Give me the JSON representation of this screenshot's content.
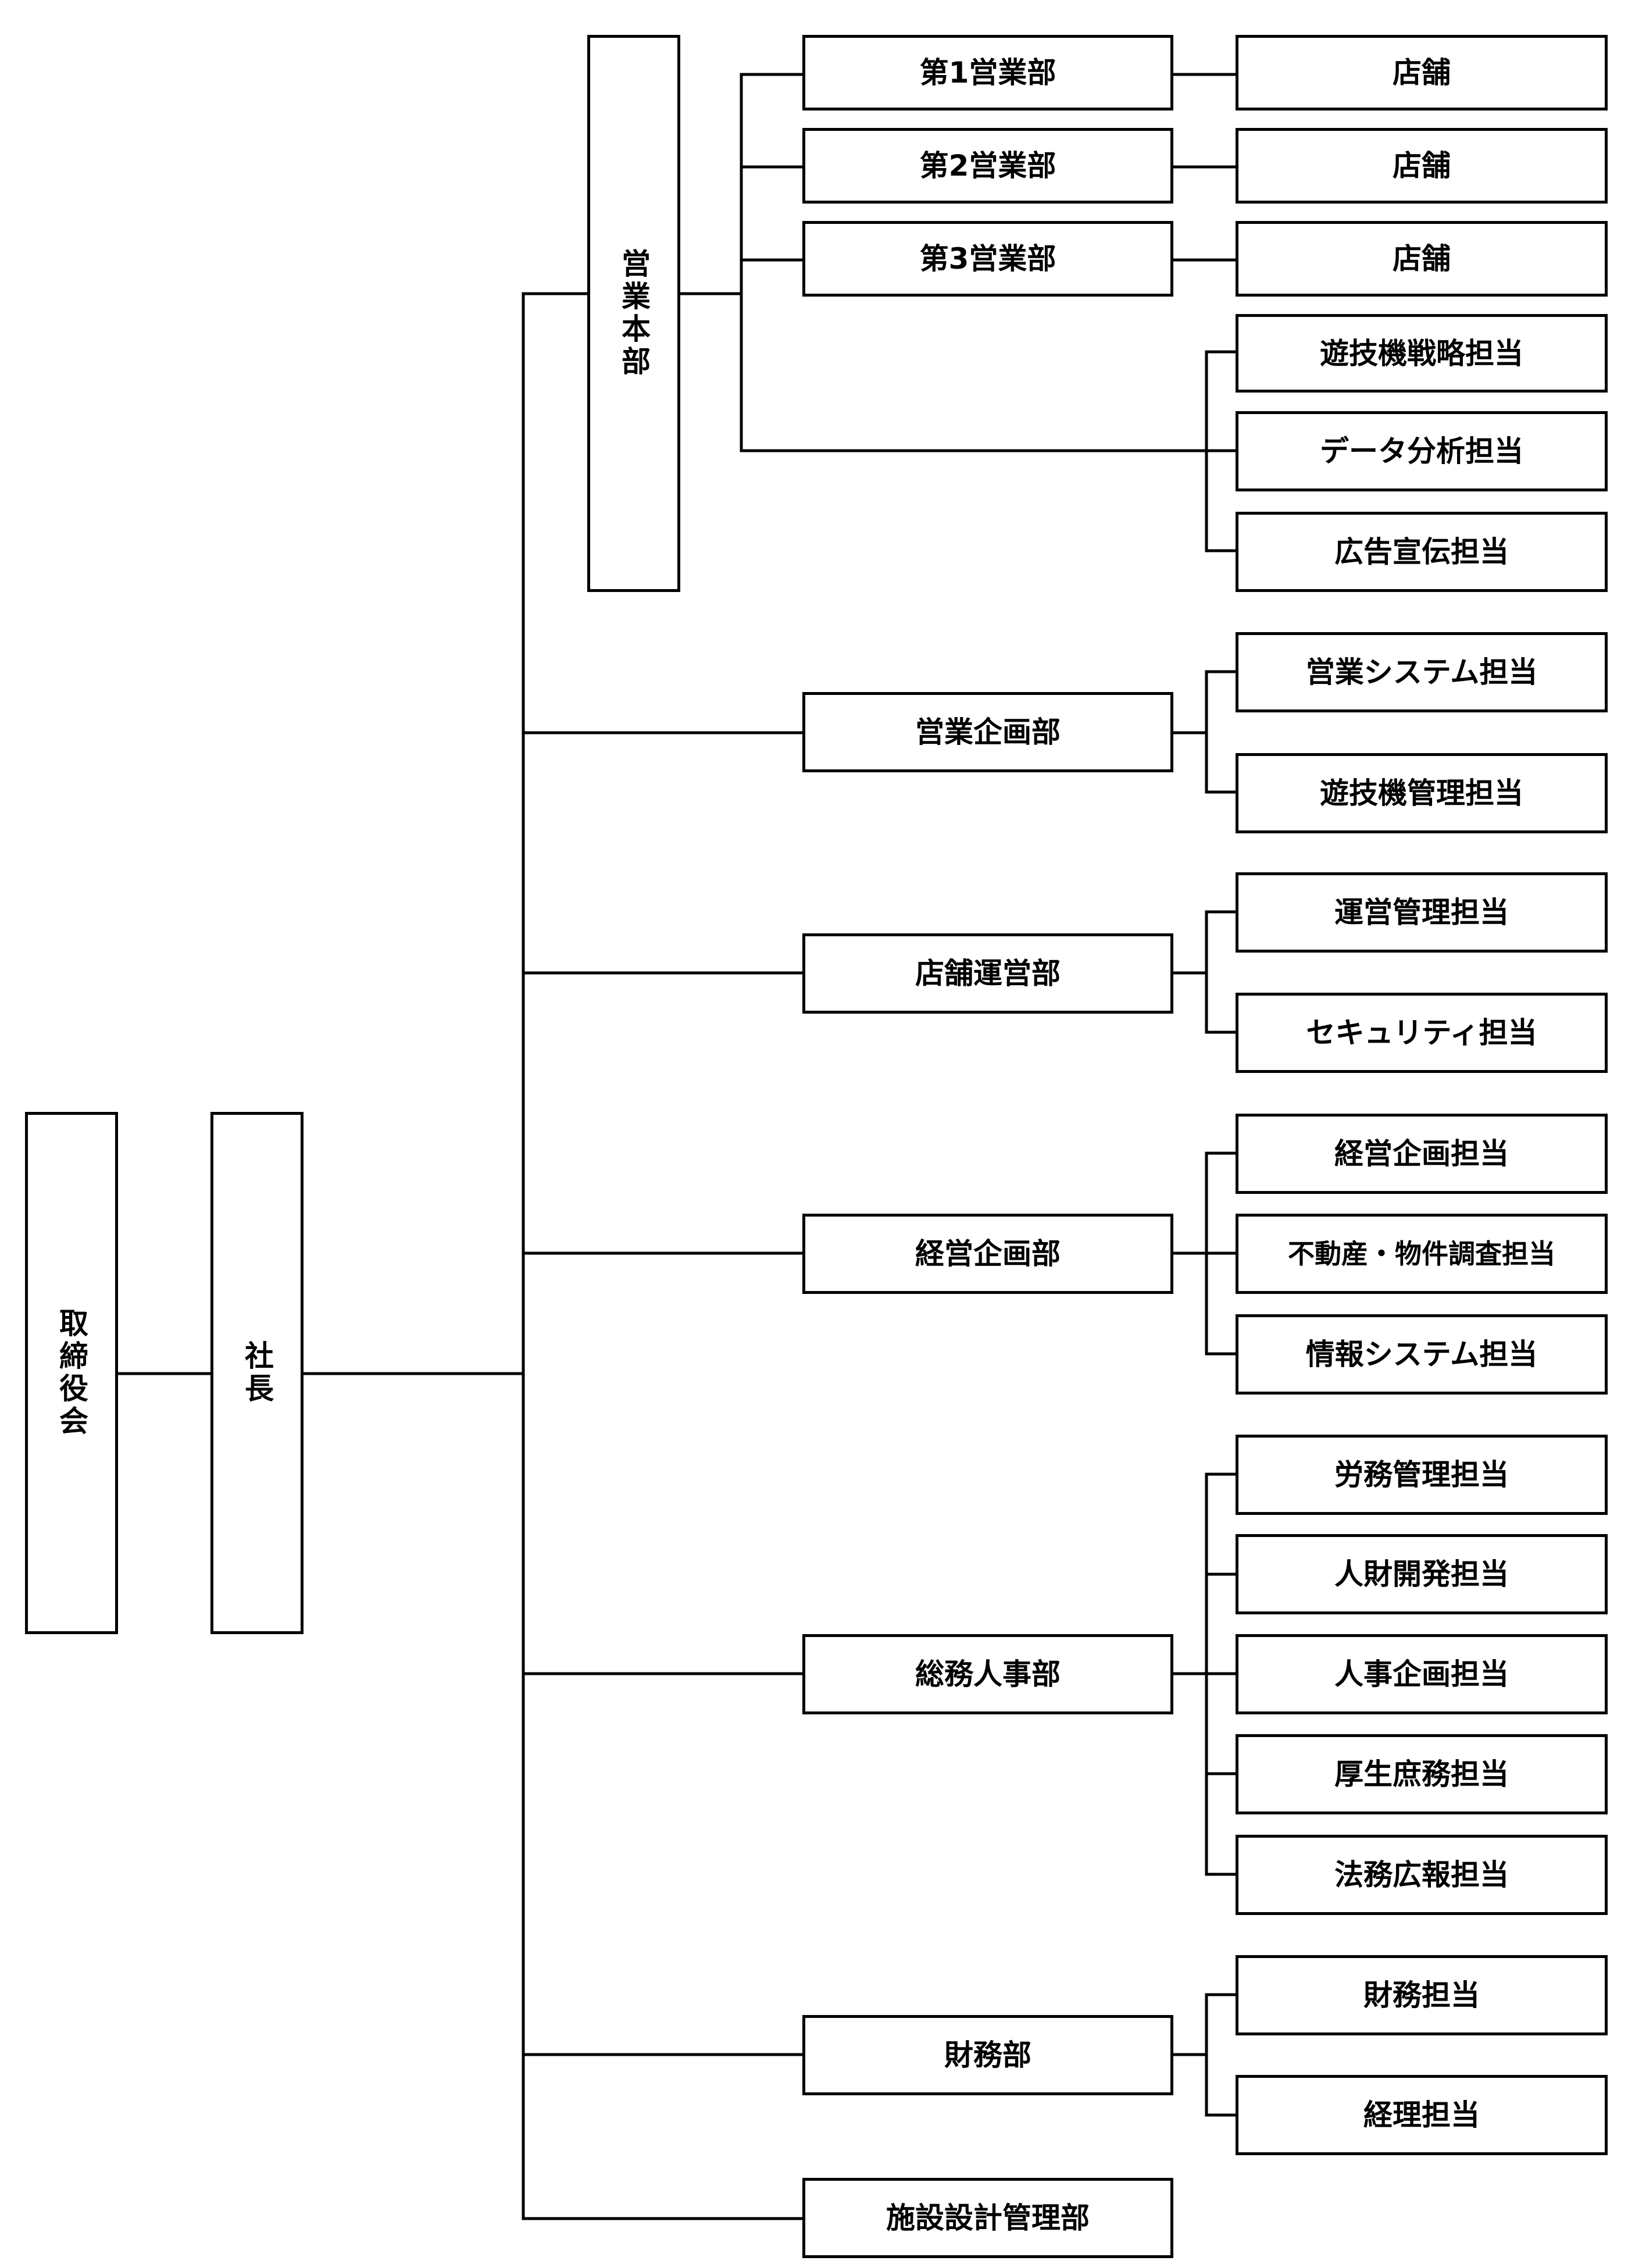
{
  "org_chart": {
    "board": "取締役会",
    "president": "社長",
    "sales_hq": {
      "label": "営業本部",
      "departments": [
        {
          "label": "第1営業部",
          "child": "店舗"
        },
        {
          "label": "第2営業部",
          "child": "店舗"
        },
        {
          "label": "第3営業部",
          "child": "店舗"
        }
      ],
      "staff": [
        "遊技機戦略担当",
        "データ分析担当",
        "広告宣伝担当"
      ]
    },
    "departments": [
      {
        "label": "営業企画部",
        "teams": [
          "営業システム担当",
          "遊技機管理担当"
        ]
      },
      {
        "label": "店舗運営部",
        "teams": [
          "運営管理担当",
          "セキュリティ担当"
        ]
      },
      {
        "label": "経営企画部",
        "teams": [
          "経営企画担当",
          "不動産・物件調査担当",
          "情報システム担当"
        ]
      },
      {
        "label": "総務人事部",
        "teams": [
          "労務管理担当",
          "人財開発担当",
          "人事企画担当",
          "厚生庶務担当",
          "法務広報担当"
        ]
      },
      {
        "label": "財務部",
        "teams": [
          "財務担当",
          "経理担当"
        ]
      },
      {
        "label": "施設設計管理部",
        "teams": []
      }
    ]
  }
}
